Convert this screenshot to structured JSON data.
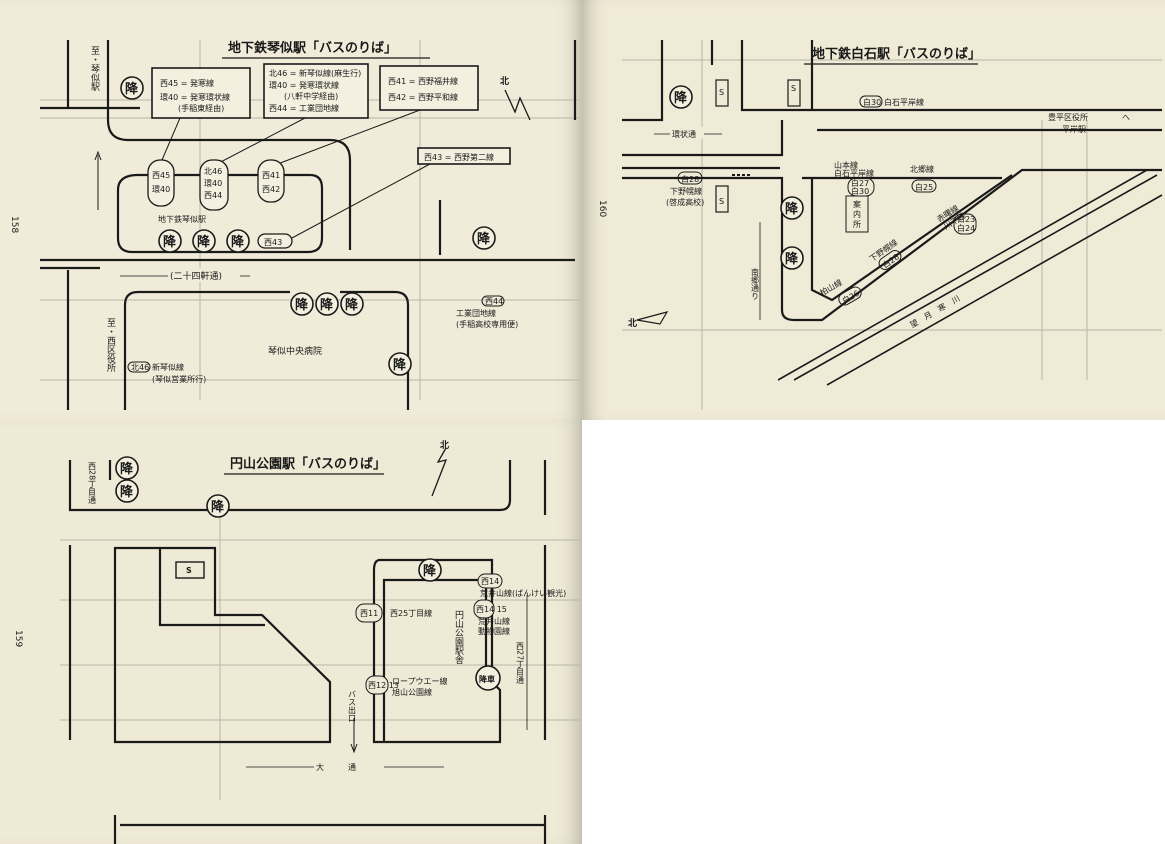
{
  "pages": {
    "kotoni": {
      "page_number": "158",
      "title": "地下鉄琴似駅「バスのりば」",
      "kou_label": "降",
      "route_boxes": [
        {
          "lines": [
            "西45 = 発寒線",
            "環40 = 発寒環状線",
            "(手稲東経由)"
          ]
        },
        {
          "lines": [
            "北46 = 新琴似線(麻生行)",
            "環40 = 発寒環状線",
            "(八軒中学経由)",
            "西44 = 工業団地線"
          ]
        },
        {
          "lines": [
            "西41 = 西野福井線",
            "西42 = 西野平和線"
          ]
        },
        {
          "lines": [
            "西43 = 西野第二線"
          ]
        }
      ],
      "stop_pills": [
        [
          "西45",
          "環40"
        ],
        [
          "北46",
          "環40",
          "西44"
        ],
        [
          "西41",
          "西42"
        ],
        [
          "西43"
        ]
      ],
      "station_label": "地下鉄琴似駅",
      "street": "(二十四軒通)",
      "to_kotoni": "至・琴似駅",
      "to_ward": "至・西区役所",
      "hospital": "琴似中央病院",
      "kogyo_badge": "西44",
      "kogyo_lines": [
        "工業団地線",
        "(手稲高校専用便)"
      ],
      "shinkotoni_badge": "北46",
      "shinkotoni_lines": [
        "新琴似線",
        "(琴似営業所行)"
      ],
      "north": "北"
    },
    "shiroishi": {
      "page_number": "160",
      "title": "地下鉄白石駅「バスのりば」",
      "kou_label": "降",
      "s_label": "S",
      "hiraoka_badge": "白30",
      "hiraoka_label": "白石平岸線",
      "ring_road": "環状通",
      "toyohira_lines": [
        "豊平区役所",
        "平岸駅"
      ],
      "arrow": "へ",
      "honsen": "山本線",
      "shiroishi_hiragishi": "白石平岸線",
      "b27": "白27",
      "b30": "白30",
      "hokuto": "北郷線",
      "b25": "白25",
      "b28": "白28",
      "shimonopporo": [
        "下野幌線",
        "(啓成高校)"
      ],
      "annai": [
        "案",
        "内",
        "所"
      ],
      "nango": "南郷通り",
      "akebono": [
        "赤",
        "曙",
        "線",
        "川",
        "下",
        "線"
      ],
      "b23": "白23",
      "b24": "白24",
      "shimonopporo2": "下野幌線",
      "kashiwayama": "柏山線",
      "b26": "白26",
      "mochitsuki": "望　月　寒　川",
      "north": "北"
    },
    "maruyama": {
      "page_number": "159",
      "title": "円山公園駅「バスのりば」",
      "kou_label": "降",
      "s_label": "S",
      "west28": "西28丁目通",
      "west27": "西27丁目通",
      "nishi11": "西11",
      "nishi25_label": "西25丁目線",
      "nishi14": "西14",
      "arai_label": "荒井山線(ばんけい観光)",
      "nishi14_15": "西14 15",
      "arai_zoo": [
        "荒井山線",
        "動物園線"
      ],
      "nishi12_13": "西12 13",
      "ropeway": [
        "ロープウエー線",
        "旭山公園線"
      ],
      "terminal": "円山公園駅舎",
      "kosha": "降車",
      "bus_exit": "バス出口",
      "odori": "大　　　通",
      "north": "北"
    }
  }
}
